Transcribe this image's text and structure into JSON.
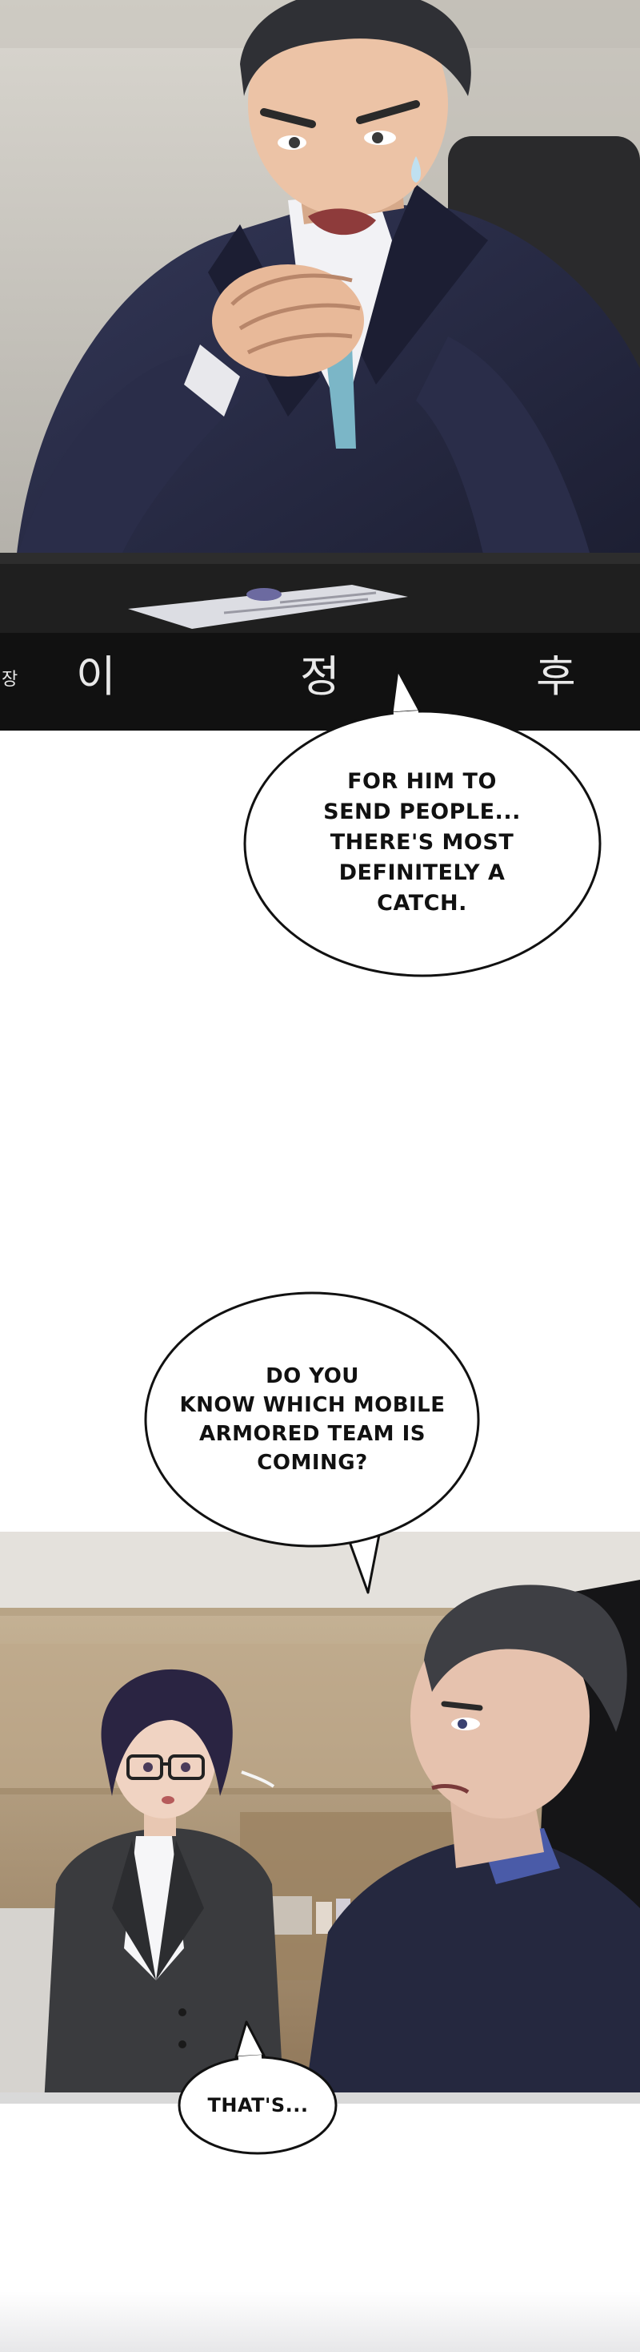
{
  "sign": {
    "chars": [
      "장",
      "이",
      "정",
      "후"
    ]
  },
  "bubbles": {
    "catch": {
      "lines": [
        "FOR HIM TO",
        "SEND PEOPLE...",
        "THERE'S MOST",
        "DEFINITELY A",
        "CATCH."
      ]
    },
    "which_team": {
      "lines": [
        "DO YOU",
        "KNOW WHICH MOBILE",
        "ARMORED TEAM IS",
        "COMING?"
      ]
    },
    "thats": {
      "lines": [
        "THAT'S..."
      ]
    }
  },
  "colors": {
    "suit": "#25283f",
    "skin": "#ecc3a6",
    "woman_suit": "#3a3b3e",
    "hair_woman": "#2a2442",
    "desk": "#1f1f1f"
  }
}
